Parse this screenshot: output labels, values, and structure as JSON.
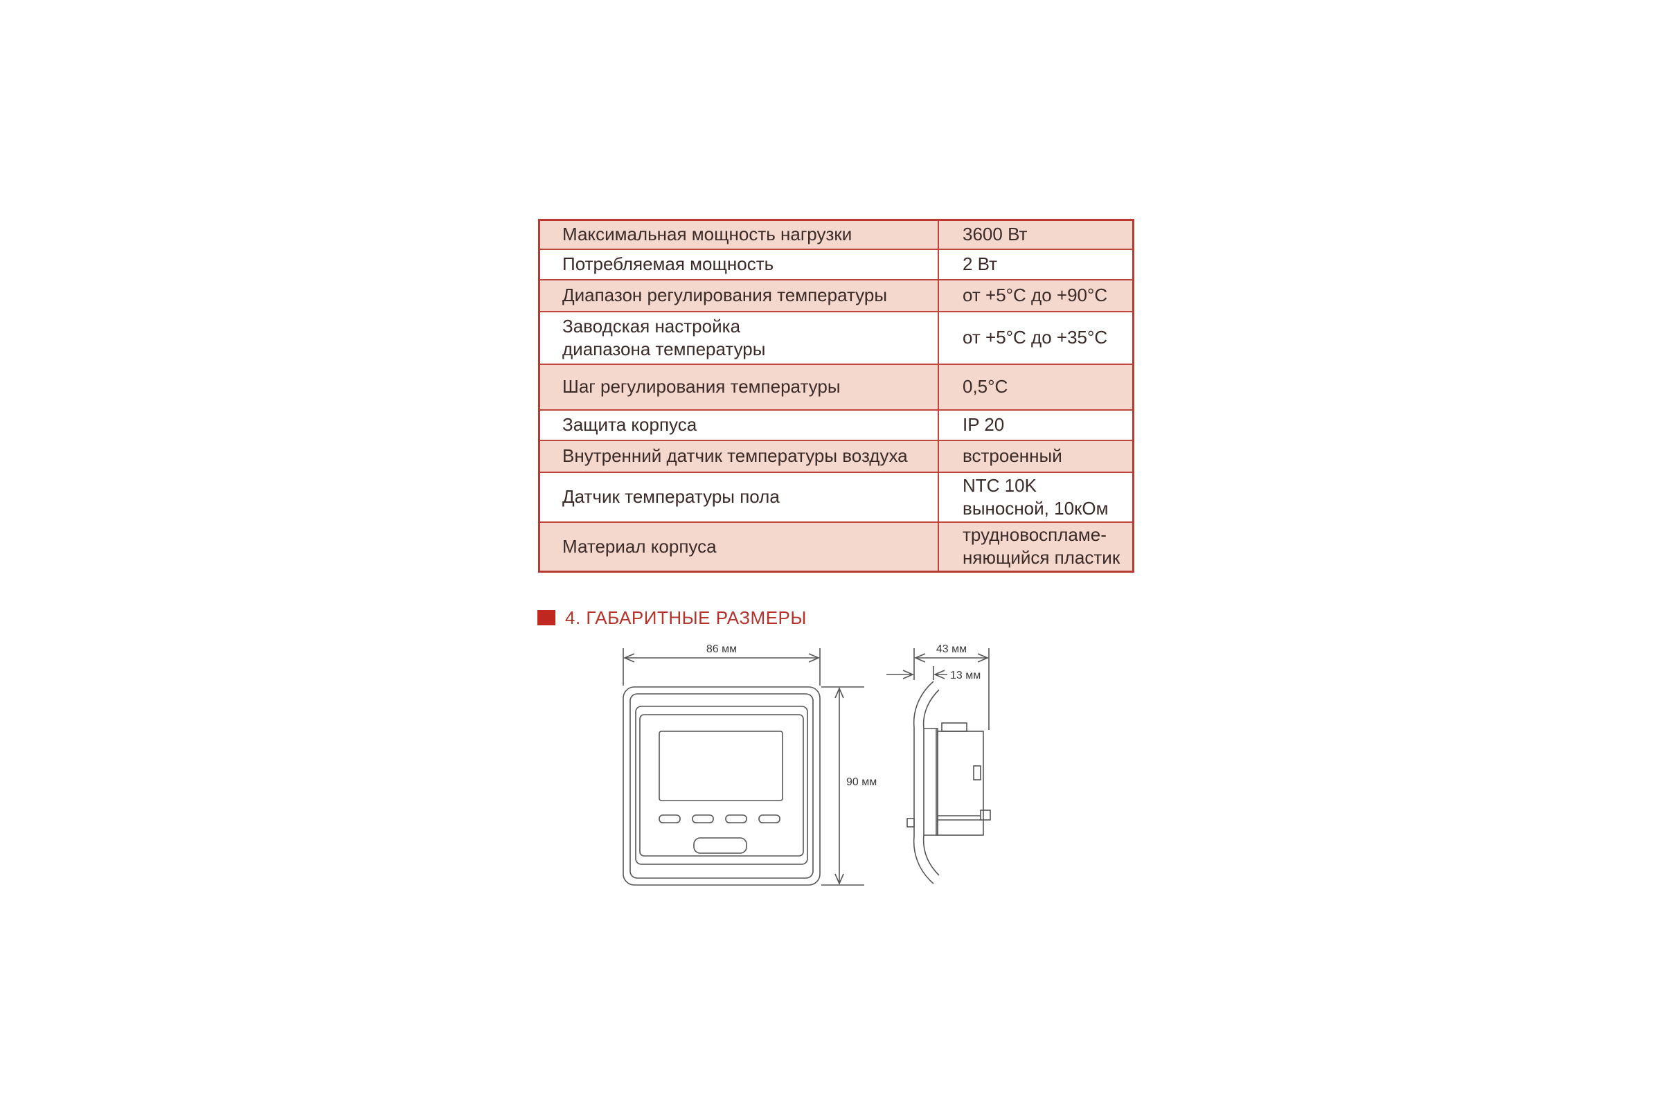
{
  "specs": [
    {
      "name": "Максимальная мощность нагрузки",
      "value": [
        "3600 Вт"
      ],
      "shade": true
    },
    {
      "name": "Потребляемая мощность",
      "value": [
        "2 Вт"
      ],
      "shade": false
    },
    {
      "name": "Диапазон регулирования температуры",
      "value": [
        "от +5°С до +90°С"
      ],
      "shade": true
    },
    {
      "name": "Заводская настройка\nдиапазона температуры",
      "value": [
        "от +5°С до +35°С"
      ],
      "shade": false
    },
    {
      "name": "Шаг регулирования температуры",
      "value": [
        "0,5°С"
      ],
      "shade": true
    },
    {
      "name": "Защита корпуса",
      "value": [
        "IP 20"
      ],
      "shade": false
    },
    {
      "name": "Внутренний датчик температуры воздуха",
      "value": [
        "встроенный"
      ],
      "shade": true
    },
    {
      "name": "Датчик температуры пола",
      "value": [
        "NTC 10K",
        "выносной, 10кОм"
      ],
      "shade": false
    },
    {
      "name": "Материал корпуса",
      "value": [
        "трудновоспламе-",
        "няющийся пластик"
      ],
      "shade": true
    }
  ],
  "section": {
    "title": "4. ГАБАРИТНЫЕ РАЗМЕРЫ",
    "marker_color": "#c0271f"
  },
  "dimensions": {
    "width_label": "86 мм",
    "height_label": "90 мм",
    "depth_label": "43 мм",
    "frame_depth_label": "13 мм"
  },
  "colors": {
    "table_border": "#b83a32",
    "row_shade": "#f4d8cd",
    "heading_text": "#b5332b"
  }
}
